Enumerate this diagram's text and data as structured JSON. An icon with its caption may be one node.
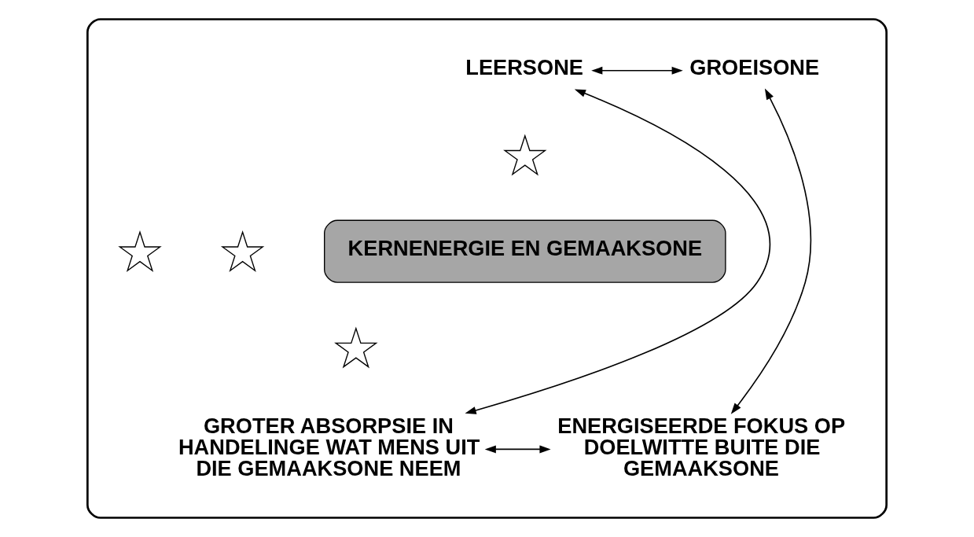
{
  "diagram": {
    "nodes": [
      {
        "text": [],
        "shape": "box"
      },
      {
        "text": [
          "GROEISONE"
        ],
        "in": 0
      },
      {
        "text": [
          "LEERSONE"
        ],
        "in": 0
      },
      {
        "text": [],
        "shape": "star",
        "in": 0
      },
      {
        "text": [],
        "shape": "star",
        "in": 0
      },
      {
        "text": [
          "KERNENERGIE EN GEMAAKSONE"
        ],
        "in": 0
      },
      {
        "text": [],
        "shape": "star",
        "in": 0
      },
      {
        "text": [],
        "shape": "star",
        "in": 0
      },
      {
        "text": [
          "ENERGISEERDE FOKUS OP DOELWITTE BUITE DIE GEMAAKSONE"
        ],
        "in": 0
      },
      {
        "text": [
          "GROTER ABSORPSIE IN HANDELINGE WAT MENS UIT DIE GEMAAKSONE NEEM"
        ],
        "in": 0
      }
    ],
    "edges": [
      {
        "from": 1,
        "to": 2,
        "arrow": "both"
      },
      {
        "from": 1,
        "to": 8,
        "arrow": "both"
      },
      {
        "from": 2,
        "to": 9,
        "arrow": "both"
      },
      {
        "from": 8,
        "to": 9,
        "arrow": "both"
      }
    ]
  }
}
